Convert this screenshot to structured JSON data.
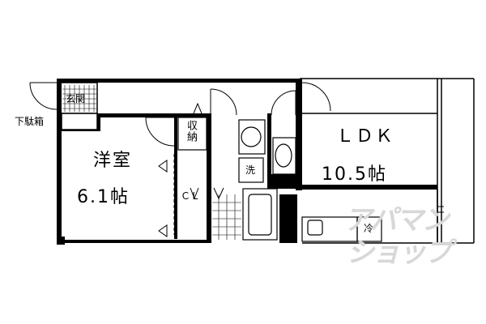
{
  "rooms": {
    "genkan": "玄関",
    "getabako": "下駄箱",
    "western_name": "洋室",
    "western_size": "6.1帖",
    "ldk_name": "ＬＤＫ",
    "ldk_size": "10.5帖",
    "storage": "収納",
    "closet": "ＣＬ",
    "washer": "洗",
    "fridge": "冷"
  },
  "watermark": {
    "line1": "アパマン",
    "line2": "ショップ"
  },
  "colors": {
    "wall": "#000000",
    "line": "#333333",
    "watermark": "#d8d8d8"
  }
}
